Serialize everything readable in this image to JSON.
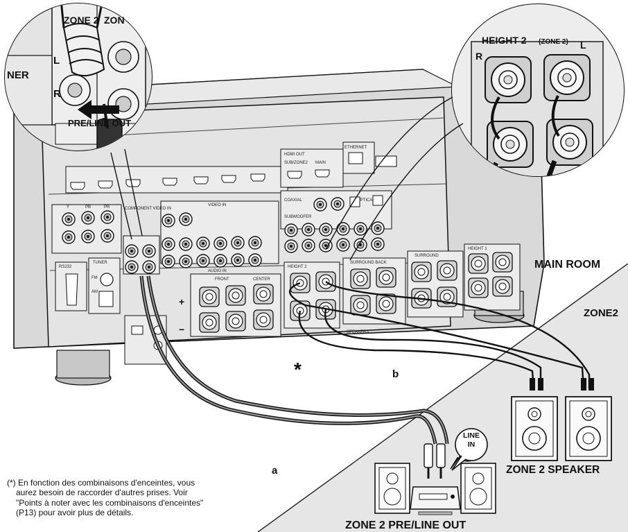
{
  "labels": {
    "zone2_jack": "ZONE 2",
    "zone_jack_cut": "ZON",
    "ner": "NER",
    "left": "L",
    "right": "R",
    "pre_line_out": "PRE/LINE OUT",
    "height2_title": "HEIGHT 2",
    "height2_zone": "(ZONE 2)",
    "main_room": "MAIN ROOM",
    "zone2_area": "ZONE2",
    "cable_a": "a",
    "cable_b": "b",
    "asterisk": "*",
    "line_in": "LINE IN",
    "zone2_speaker": "ZONE 2 SPEAKER",
    "zone2_preline_out": "ZONE 2 PRE/LINE OUT"
  },
  "panel": {
    "front": "FRONT",
    "center": "CENTER",
    "surround": "SURROUND",
    "surround_back": "SURROUND BACK",
    "height1": "HEIGHT 1",
    "height2": "HEIGHT 2",
    "speakers": "SPEAKERS",
    "tuner": "TUNER",
    "fm": "FM",
    "am": "AM",
    "rs232": "RS232",
    "video_in": "VIDEO IN",
    "audio_in": "AUDIO IN",
    "component_video_in": "COMPONENT VIDEO IN",
    "y": "Y",
    "pb": "PB",
    "pr": "PR",
    "plus": "+",
    "minus": "−",
    "ethernet": "ETHERNET",
    "hdmi_out": "HDMI OUT",
    "main": "MAIN",
    "sub_zone2": "SUB/ZONE2",
    "subwoofer": "SUBWOOFER",
    "optical": "OPTICAL",
    "coaxial": "COAXIAL"
  },
  "footnote": {
    "marker": "(*)",
    "lines": [
      "En fonction des combinaisons d'enceintes, vous",
      "aurez besoin de raccorder d'autres prises. Voir",
      "\"Points à noter avec les combinaisons d'enceintes\"",
      "(P13) pour avoir plus de détails."
    ]
  },
  "colors": {
    "ink": "#111111",
    "panel": "#e2e2e2",
    "panel_dark": "#c8c8c8",
    "zone2_bg": "#e6e6e6"
  }
}
